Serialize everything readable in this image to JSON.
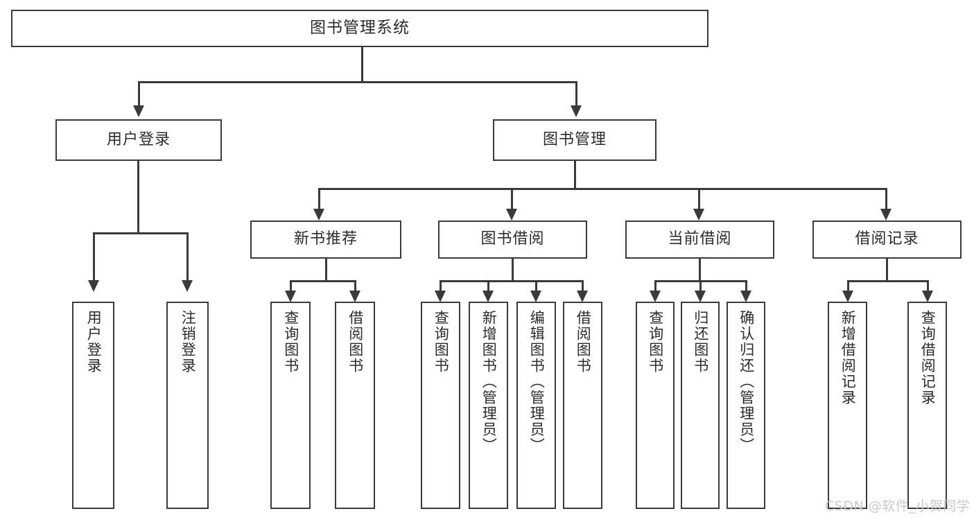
{
  "diagram": {
    "type": "tree-hierarchy",
    "title": "图书管理系统",
    "watermark": "CSDN @软件_小贺同学",
    "watermark_color": "#c9c9c9",
    "line_color": "#3a3a3a",
    "box_fill": "#ffffff",
    "background": "#ffffff"
  },
  "nodes": {
    "root": {
      "label": "图书管理系统"
    },
    "level1": [
      {
        "label": "用户登录"
      },
      {
        "label": "图书管理"
      }
    ],
    "level2": [
      {
        "label": "新书推荐"
      },
      {
        "label": "图书借阅"
      },
      {
        "label": "当前借阅"
      },
      {
        "label": "借阅记录"
      }
    ],
    "leaves": {
      "user_login": [
        {
          "label": "用户登录"
        },
        {
          "label": "注销登录"
        }
      ],
      "new_book": [
        {
          "label": "查询图书"
        },
        {
          "label": "借阅图书"
        }
      ],
      "borrow_book": [
        {
          "label": "查询图书"
        },
        {
          "label": "新增图书（管理员）"
        },
        {
          "label": "编辑图书（管理员）"
        },
        {
          "label": "借阅图书"
        }
      ],
      "current_borrow": [
        {
          "label": "查询图书"
        },
        {
          "label": "归还图书"
        },
        {
          "label": "确认归还（管理员）"
        }
      ],
      "borrow_record": [
        {
          "label": "新增借阅记录"
        },
        {
          "label": "查询借阅记录"
        }
      ]
    }
  }
}
